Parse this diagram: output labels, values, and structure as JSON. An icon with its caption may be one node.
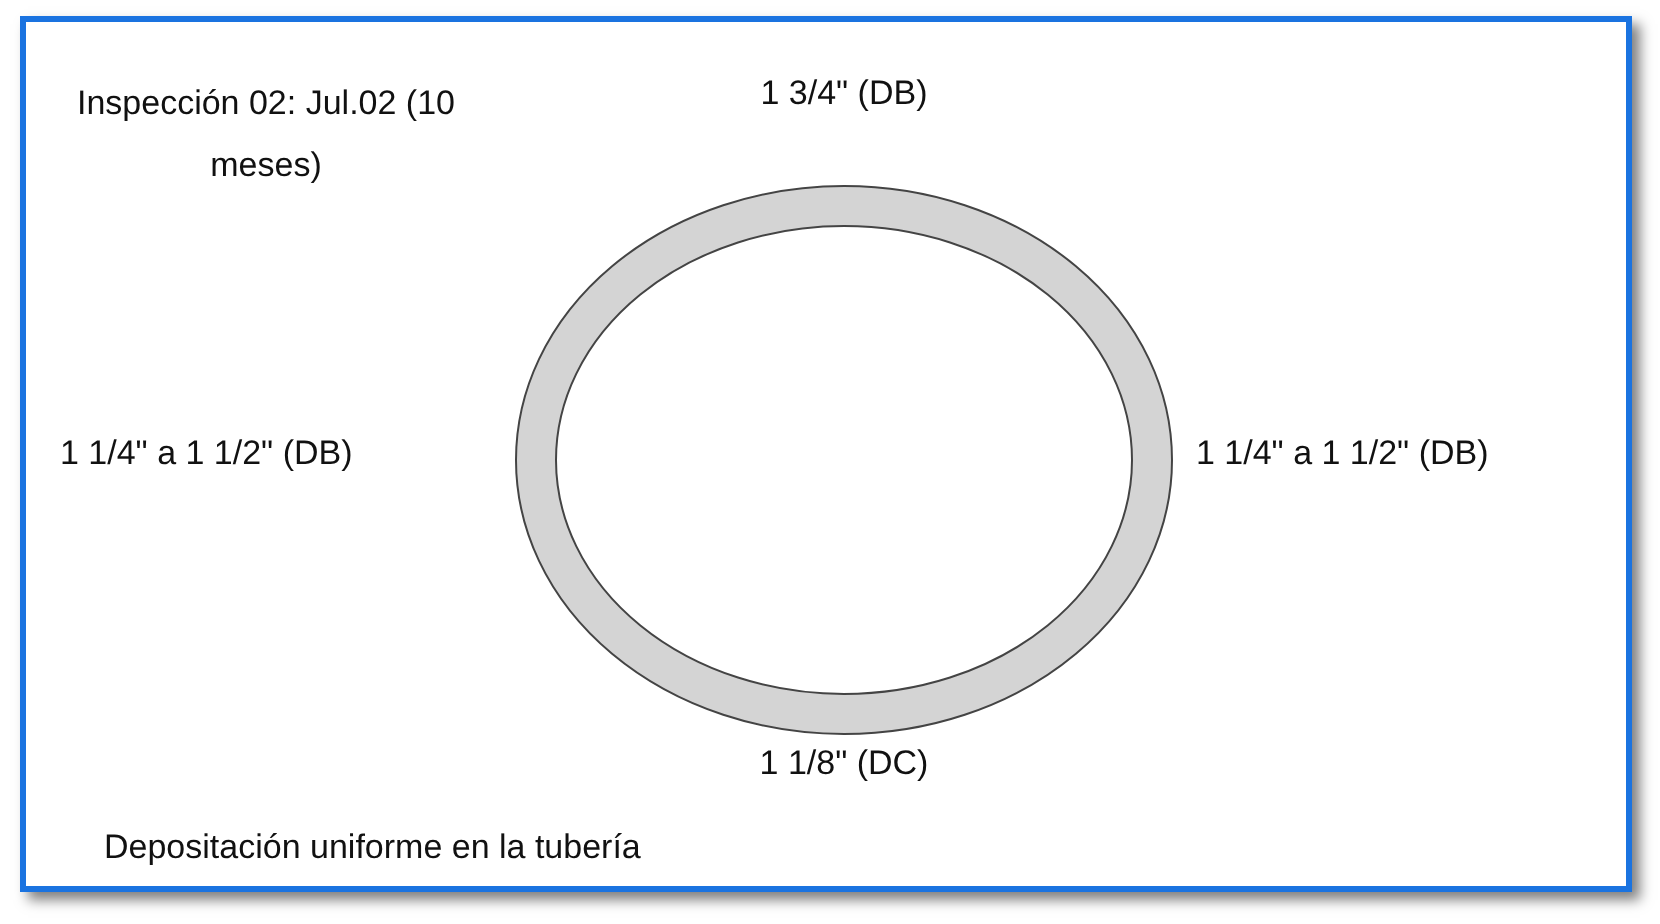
{
  "diagram": {
    "title": "Inspección 02: Jul.02 (10 meses)",
    "caption": "Depositación uniforme en la tubería",
    "labels": [
      "1 3/4\" (DB)",
      "1 1/4\" a 1 1/2\" (DB)",
      "1 1/4\" a 1 1/2\" (DB)",
      "1 1/8\" (DC)"
    ]
  }
}
